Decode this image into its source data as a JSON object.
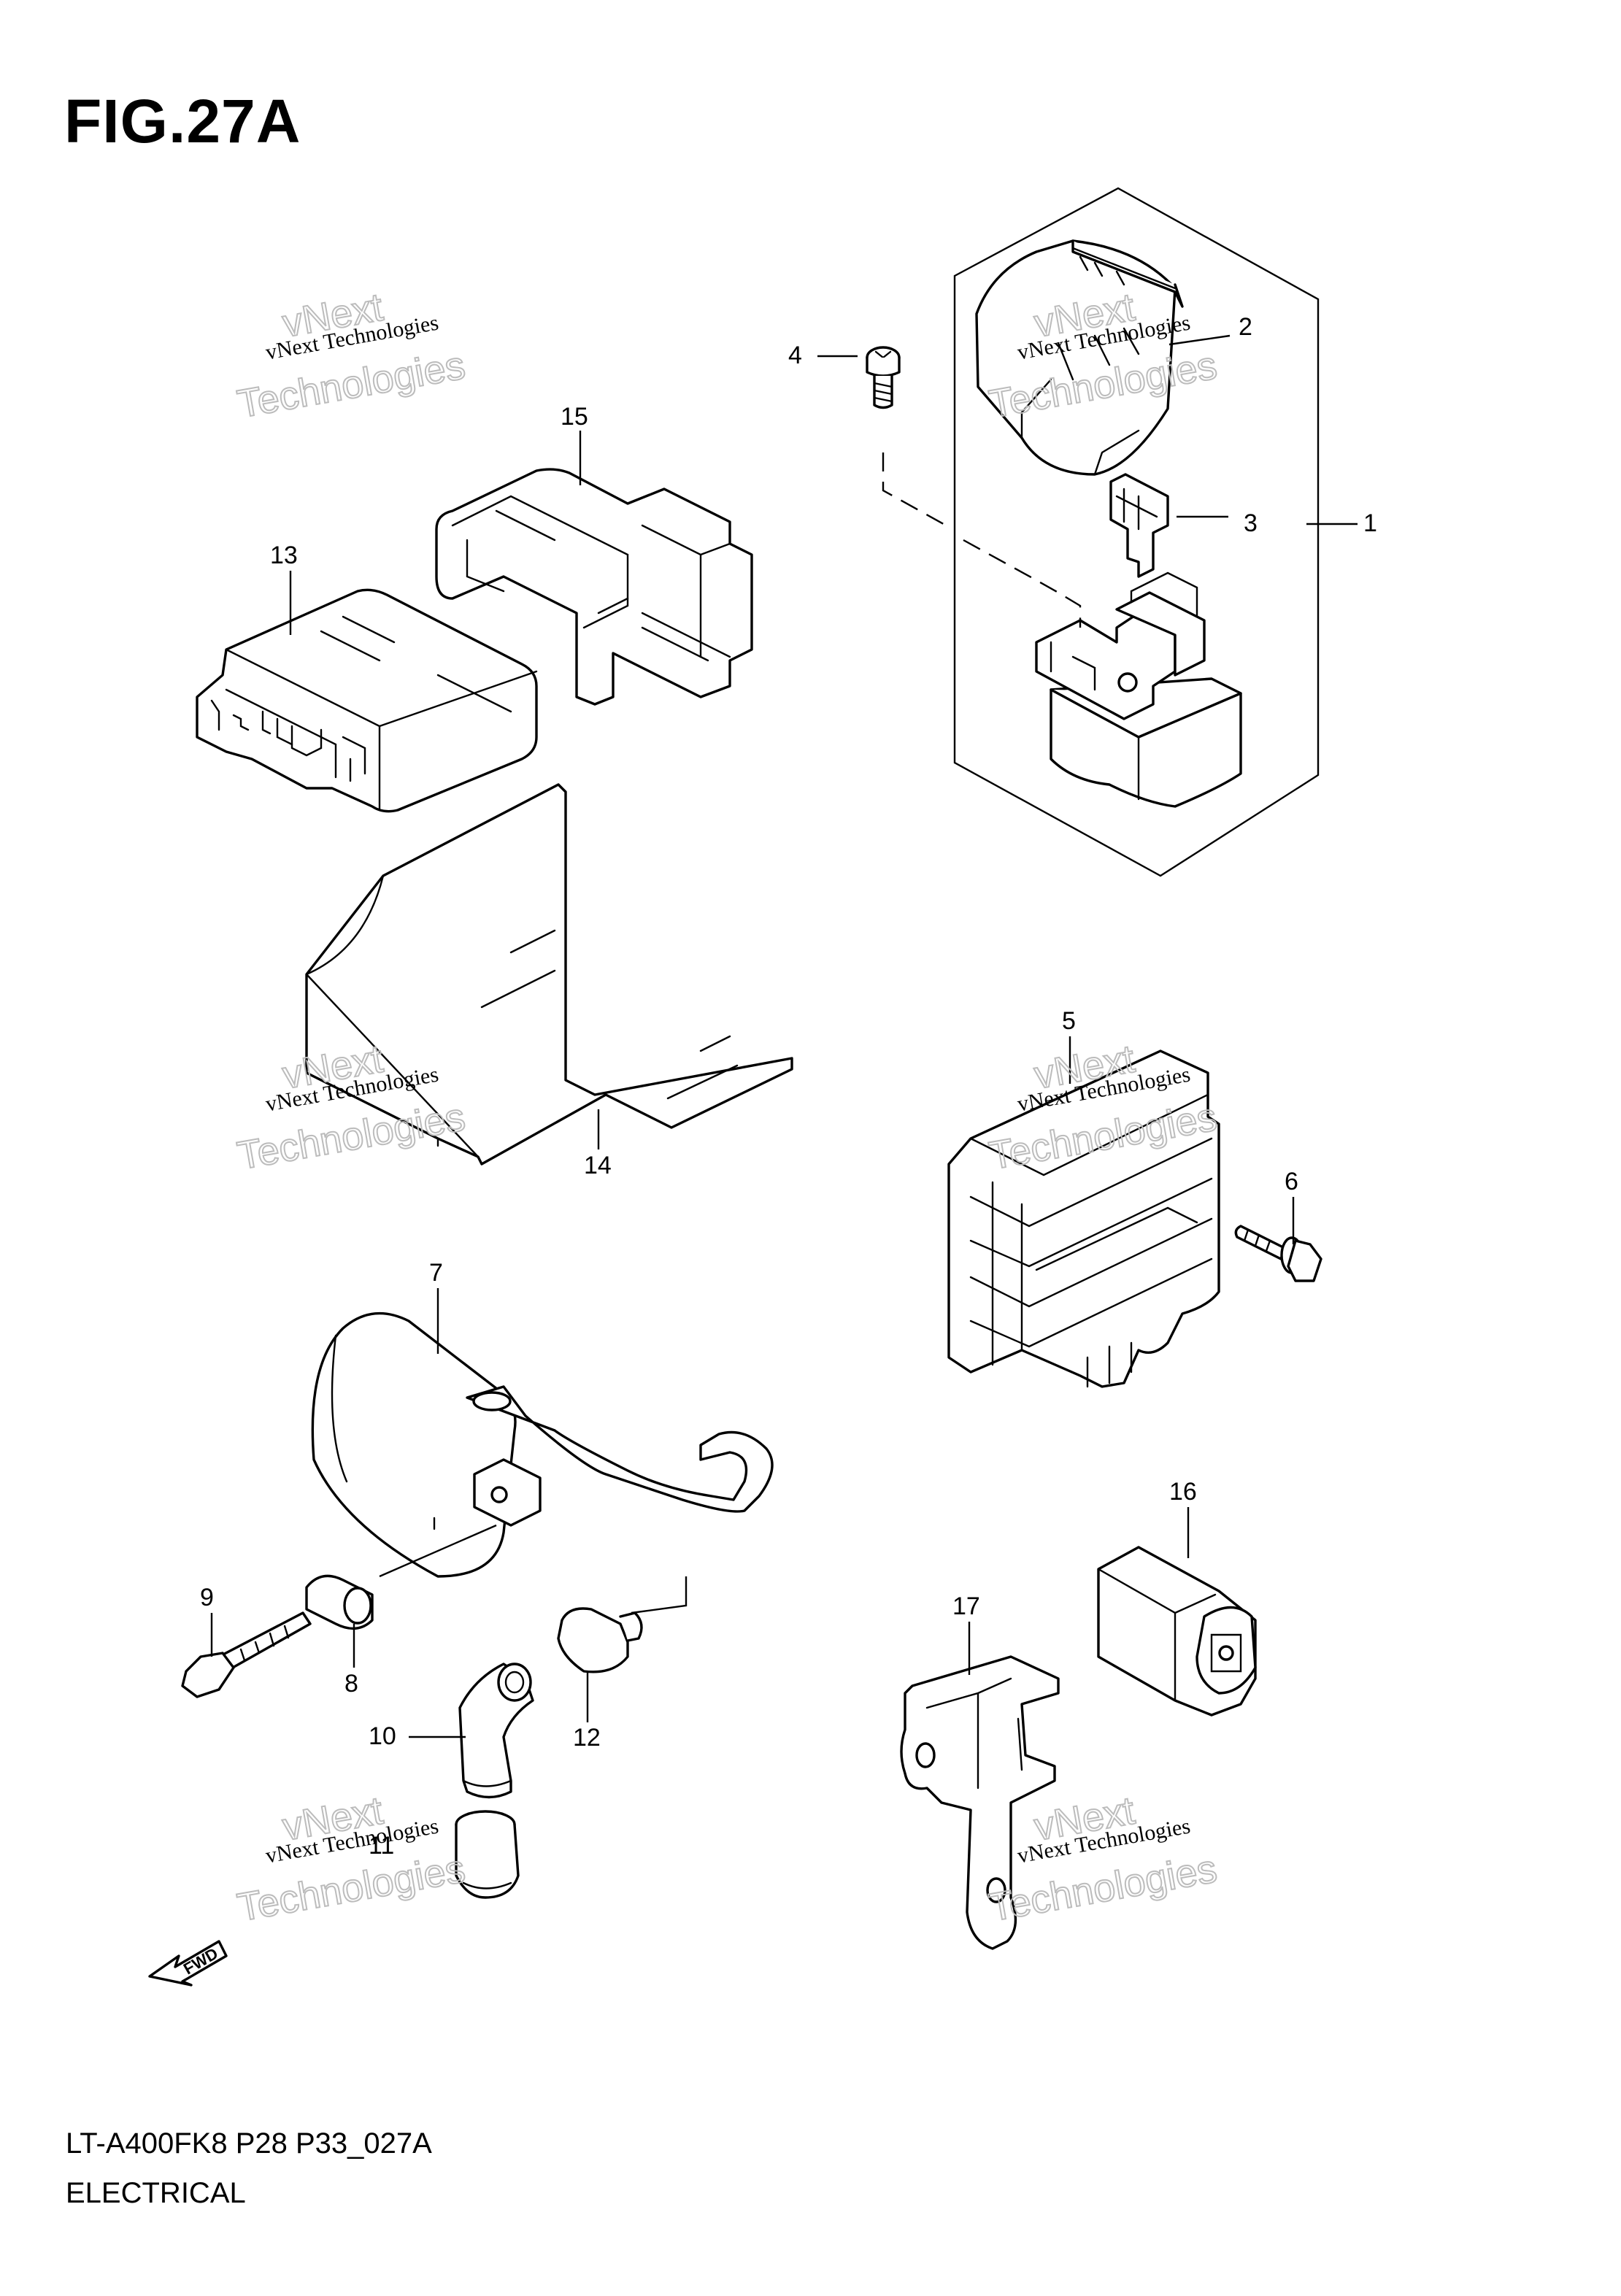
{
  "figure": {
    "title": "FIG.27A",
    "code": "LT-A400FK8 P28 P33_027A",
    "name": "ELECTRICAL"
  },
  "callouts": [
    "1",
    "2",
    "3",
    "4",
    "5",
    "6",
    "7",
    "8",
    "9",
    "10",
    "11",
    "12",
    "13",
    "14",
    "15",
    "16",
    "17"
  ],
  "watermark": {
    "line1": "vNext Technologies",
    "line2": "Technologies",
    "line3": "vNext"
  },
  "direction_arrow": "FWD",
  "colors": {
    "ink": "#000000",
    "watermark": "#bcbcbc",
    "background": "#ffffff"
  }
}
